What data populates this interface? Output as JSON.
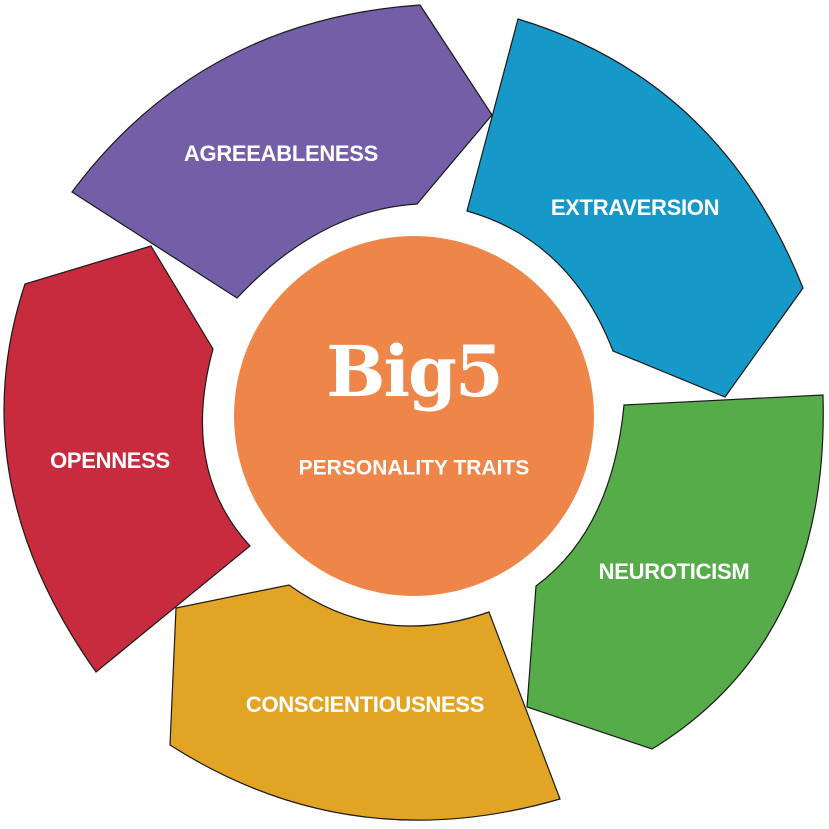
{
  "center": {
    "title": "Big5",
    "subtitle": "PERSONALITY TRAITS",
    "color": "#EE864A"
  },
  "segments": [
    {
      "label": "AGREEABLENESS",
      "color": "#745EA8"
    },
    {
      "label": "EXTRAVERSION",
      "color": "#1698C8"
    },
    {
      "label": "NEUROTICISM",
      "color": "#56AC48"
    },
    {
      "label": "CONSCIENTIOUSNESS",
      "color": "#E2A424"
    },
    {
      "label": "OPENNESS",
      "color": "#C92B3E"
    }
  ]
}
